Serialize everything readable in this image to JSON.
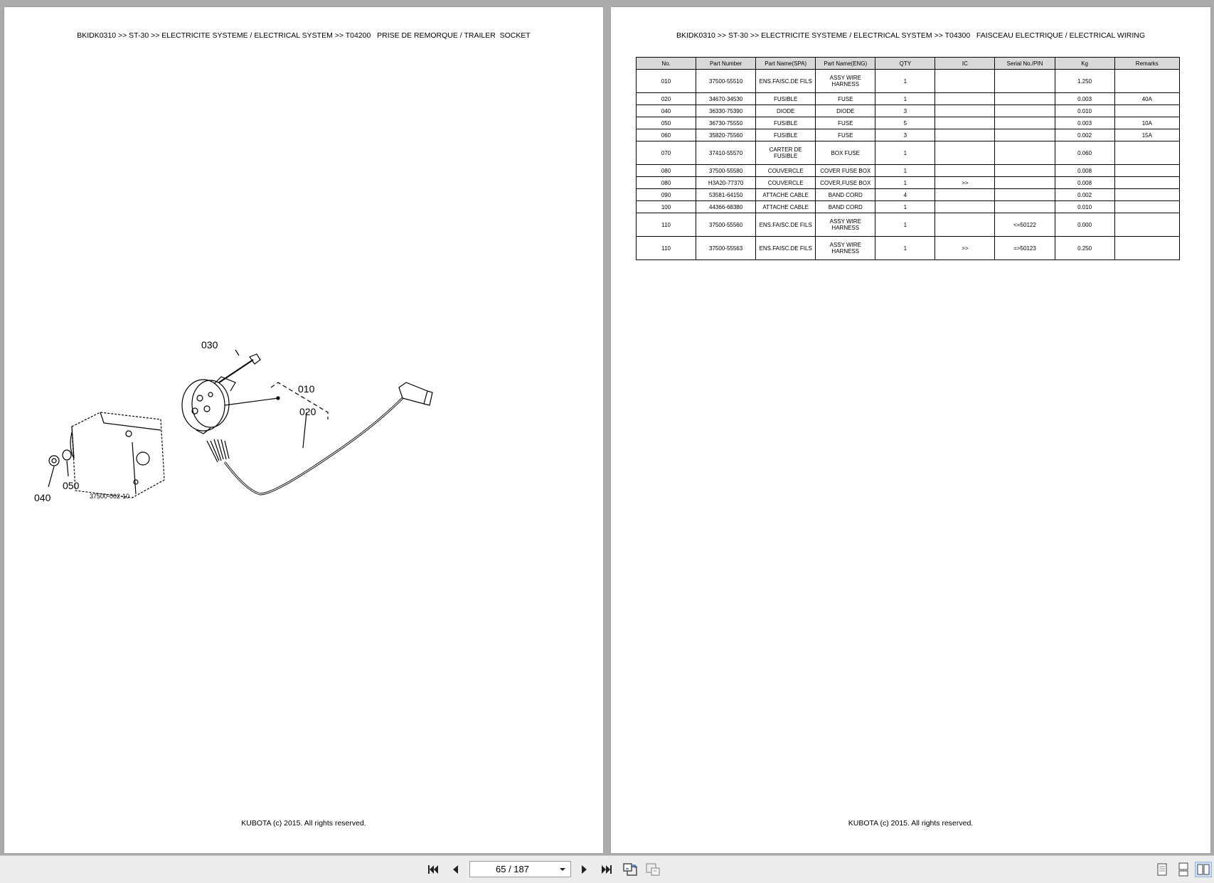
{
  "left_page": {
    "header": "BKIDK0310 >> ST-30 >> ELECTRICITE SYSTEME / ELECTRICAL SYSTEM >> T04200   PRISE DE REMORQUE / TRAILER  SOCKET",
    "drawing": {
      "callouts": [
        "030",
        "010",
        "020",
        "050",
        "040"
      ],
      "drawing_number": "37500-002-10"
    },
    "footer": "KUBOTA (c) 2015. All rights reserved."
  },
  "right_page": {
    "header": "BKIDK0310 >> ST-30 >> ELECTRICITE SYSTEME / ELECTRICAL SYSTEM >> T04300   FAISCEAU ELECTRIQUE / ELECTRICAL WIRING",
    "table": {
      "columns": [
        "No.",
        "Part Number",
        "Part Name(SPA)",
        "Part Name(ENG)",
        "QTY",
        "IC",
        "Serial No./PIN",
        "Kg",
        "Remarks"
      ],
      "rows": [
        [
          "010",
          "37500-55510",
          "ENS.FAISC.DE FILS",
          "ASSY WIRE HARNESS",
          "1",
          "",
          "",
          "1.250",
          ""
        ],
        [
          "020",
          "34670-34530",
          "FUSIBLE",
          "FUSE",
          "1",
          "",
          "",
          "0.003",
          "40A"
        ],
        [
          "040",
          "36330-75390",
          "DIODE",
          "DIODE",
          "3",
          "",
          "",
          "0.010",
          ""
        ],
        [
          "050",
          "36730-75550",
          "FUSIBLE",
          "FUSE",
          "5",
          "",
          "",
          "0.003",
          "10A"
        ],
        [
          "060",
          "35820-75560",
          "FUSIBLE",
          "FUSE",
          "3",
          "",
          "",
          "0.002",
          "15A"
        ],
        [
          "070",
          "37410-55570",
          "CARTER DE FUSIBLE",
          "BOX FUSE",
          "1",
          "",
          "",
          "0.060",
          ""
        ],
        [
          "080",
          "37500-55580",
          "COUVERCLE",
          "COVER FUSE BOX",
          "1",
          "",
          "",
          "0.008",
          ""
        ],
        [
          "080",
          "H3A20-77370",
          "COUVERCLE",
          "COVER,FUSE BOX",
          "1",
          ">>",
          "",
          "0.008",
          ""
        ],
        [
          "090",
          "53581-64150",
          "ATTACHE CABLE",
          "BAND CORD",
          "4",
          "",
          "",
          "0.002",
          ""
        ],
        [
          "100",
          "44366-68380",
          "ATTACHE CABLE",
          "BAND CORD",
          "1",
          "",
          "",
          "0.010",
          ""
        ],
        [
          "110",
          "37500-55560",
          "ENS.FAISC.DE FILS",
          "ASSY WIRE HARNESS",
          "1",
          "",
          "<=50122",
          "0.000",
          ""
        ],
        [
          "110",
          "37500-55563",
          "ENS.FAISC.DE FILS",
          "ASSY WIRE HARNESS",
          "1",
          ">>",
          "=>50123",
          "0.250",
          ""
        ]
      ],
      "tall_rows": [
        0,
        5,
        10,
        11
      ]
    },
    "footer": "KUBOTA (c) 2015. All rights reserved."
  },
  "toolbar": {
    "page_indicator": "65 / 187",
    "buttons": [
      "first-page-icon",
      "previous-page-icon",
      "next-page-icon",
      "last-page-icon",
      "go-back-icon",
      "go-forward-icon",
      "single-page-view-icon",
      "continuous-view-icon",
      "facing-pages-view-icon"
    ]
  }
}
